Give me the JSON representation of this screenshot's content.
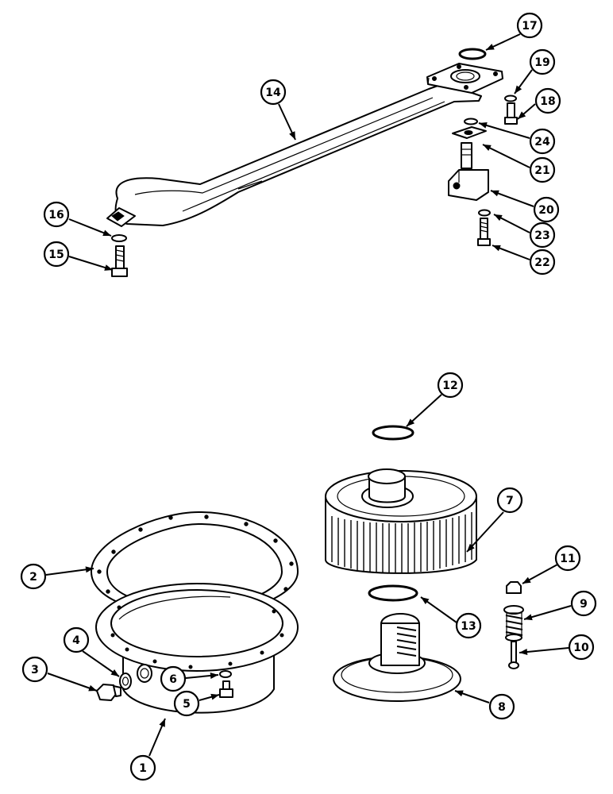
{
  "callouts": [
    {
      "id": "1",
      "part": "housing"
    },
    {
      "id": "2",
      "part": "gasket"
    },
    {
      "id": "3",
      "part": "drain-plug"
    },
    {
      "id": "4",
      "part": "plug-washer"
    },
    {
      "id": "5",
      "part": "housing-bolt"
    },
    {
      "id": "6",
      "part": "housing-bolt-washer"
    },
    {
      "id": "7",
      "part": "filter-element"
    },
    {
      "id": "8",
      "part": "filter-base"
    },
    {
      "id": "9",
      "part": "relief-spring"
    },
    {
      "id": "10",
      "part": "relief-bolt"
    },
    {
      "id": "11",
      "part": "relief-nut"
    },
    {
      "id": "12",
      "part": "upper-o-ring"
    },
    {
      "id": "13",
      "part": "lower-o-ring"
    },
    {
      "id": "14",
      "part": "suction-tube"
    },
    {
      "id": "15",
      "part": "tube-bolt"
    },
    {
      "id": "16",
      "part": "tube-bolt-washer"
    },
    {
      "id": "17",
      "part": "flange-o-ring"
    },
    {
      "id": "18",
      "part": "flange-bolt"
    },
    {
      "id": "19",
      "part": "flange-bolt-washer"
    },
    {
      "id": "20",
      "part": "support-bracket"
    },
    {
      "id": "21",
      "part": "bracket-stud"
    },
    {
      "id": "22",
      "part": "bracket-bolt"
    },
    {
      "id": "23",
      "part": "bracket-bolt-washer"
    },
    {
      "id": "24",
      "part": "stud-o-ring"
    }
  ]
}
